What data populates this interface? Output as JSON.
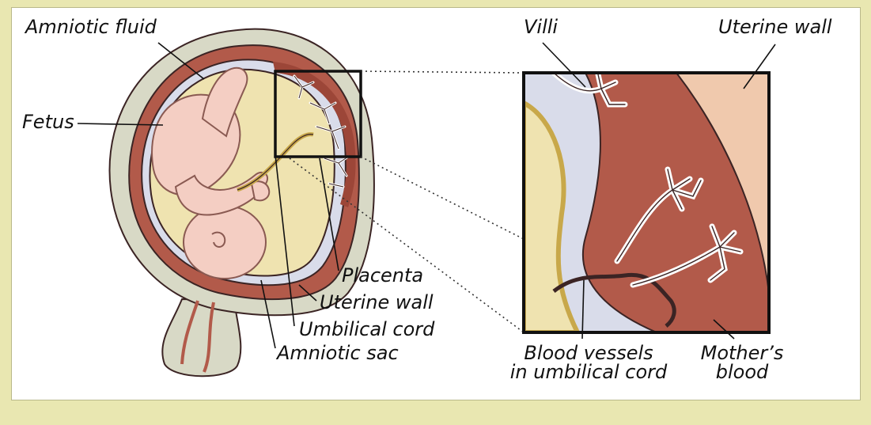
{
  "labels": {
    "amniotic_fluid": "Amniotic fluid",
    "fetus": "Fetus",
    "placenta": "Placenta",
    "uterine_wall_left": "Uterine wall",
    "umbilical_cord": "Umbilical cord",
    "amniotic_sac": "Amniotic sac",
    "villi": "Villi",
    "uterine_wall_right": "Uterine wall",
    "blood_vessels_line1": "Blood vessels",
    "blood_vessels_line2": "in umbilical cord",
    "mothers_blood_line1": "Mother’s",
    "mothers_blood_line2": "blood"
  },
  "colors": {
    "background": "#e9e7b1",
    "uterus_outer": "#d8d9c6",
    "muscle": "#b25a4a",
    "amniotic_sac": "#d9dcea",
    "fluid": "#efe3b0",
    "membrane": "#c8a84a",
    "skin": "#f4cec3",
    "skin_outline": "#c9908a",
    "outline": "#3b2424",
    "uterine_wall_layer": "#f0c9ad"
  }
}
